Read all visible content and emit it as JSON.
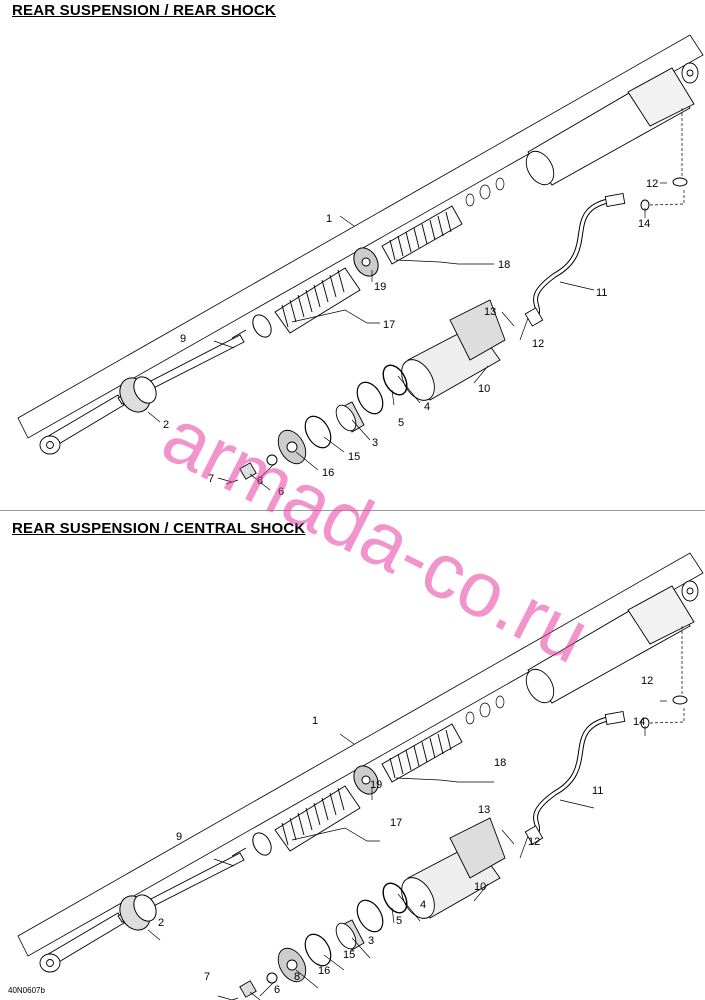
{
  "titles": {
    "top": "REAR SUSPENSION / REAR SHOCK",
    "bottom": "REAR SUSPENSION / CENTRAL SHOCK"
  },
  "figure_code": "40N0607b",
  "watermark": "armada-co.ru",
  "diagrams": [
    {
      "name": "rear-shock",
      "callouts": [
        "1",
        "2",
        "3",
        "4",
        "5",
        "6",
        "7",
        "8",
        "9",
        "10",
        "11",
        "12",
        "12",
        "13",
        "14",
        "15",
        "16",
        "17",
        "18",
        "19"
      ]
    },
    {
      "name": "central-shock",
      "callouts": [
        "1",
        "2",
        "3",
        "4",
        "5",
        "6",
        "7",
        "8",
        "9",
        "10",
        "11",
        "12",
        "12",
        "13",
        "14",
        "15",
        "16",
        "17",
        "18",
        "19"
      ]
    }
  ],
  "colors": {
    "line": "#000000",
    "watermark": "#e63ca0",
    "divider": "#9a9a9a"
  }
}
